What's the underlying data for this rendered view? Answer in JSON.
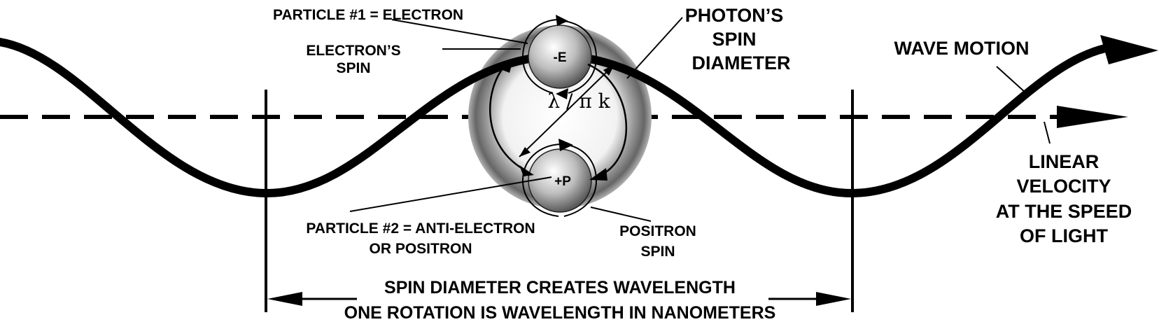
{
  "labels": {
    "particle1": "PARTICLE #1 = ELECTRON",
    "electron_spin_1": "ELECTRON’S",
    "electron_spin_2": "SPIN",
    "photon_spin_1": "PHOTON’S",
    "photon_spin_2": "SPIN",
    "photon_spin_3": "DIAMETER",
    "wave_motion": "WAVE MOTION",
    "formula": "λ / π k",
    "electron_symbol": "-E",
    "positron_symbol": "+P",
    "particle2_1": "PARTICLE #2 = ANTI-ELECTRON",
    "particle2_2": "OR POSITRON",
    "positron_spin_1": "POSITRON",
    "positron_spin_2": "SPIN",
    "linear_1": "LINEAR",
    "linear_2": "VELOCITY",
    "linear_3": "AT THE SPEED",
    "linear_4": "OF LIGHT",
    "bottom_1": "SPIN DIAMETER CREATES WAVELENGTH",
    "bottom_2": "ONE ROTATION IS WAVELENGTH IN NANOMETERS"
  }
}
